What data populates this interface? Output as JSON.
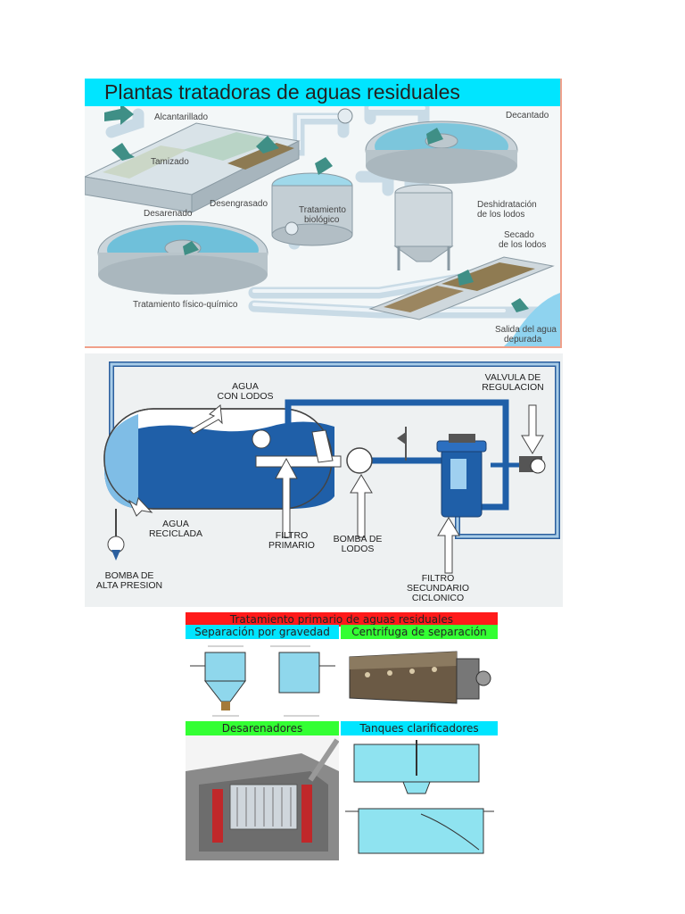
{
  "panel1": {
    "title": "Plantas tratadoras de aguas residuales",
    "labels": {
      "alcantarillado": "Alcantarillado",
      "tamizado": "Tamizado",
      "desarenado": "Desarenado",
      "desengrasado": "Desengrasado",
      "tratamiento_biologico_1": "Tratamiento",
      "tratamiento_biologico_2": "biológico",
      "decantado": "Decantado",
      "deshidratacion_1": "Deshidratación",
      "deshidratacion_2": "de los lodos",
      "secado_1": "Secado",
      "secado_2": "de los lodos",
      "fisico_quimico": "Tratamiento físico-químico",
      "salida_1": "Salida del agua",
      "salida_2": "depurada"
    }
  },
  "panel2": {
    "labels": {
      "agua_lodos_1": "AGUA",
      "agua_lodos_2": "CON LODOS",
      "valvula_1": "VALVULA DE",
      "valvula_2": "REGULACION",
      "agua_reciclada_1": "AGUA",
      "agua_reciclada_2": "RECICLADA",
      "filtro_primario_1": "FILTRO",
      "filtro_primario_2": "PRIMARIO",
      "bomba_lodos_1": "BOMBA DE",
      "bomba_lodos_2": "LODOS",
      "bomba_alta_1": "BOMBA DE",
      "bomba_alta_2": "ALTA PRESION",
      "filtro_sec_1": "FILTRO",
      "filtro_sec_2": "SECUNDARIO",
      "filtro_sec_3": "CICLONICO"
    }
  },
  "panel3": {
    "main_title": "Tratamiento primario de aguas residuales",
    "separacion": "Separación por gravedad",
    "centrifuga": "Centrifuga de separación",
    "desarenadores": "Desarenadores",
    "tanques": "Tanques clarificadores"
  },
  "colors": {
    "cyan": "#00e5ff",
    "red": "#ff1a1a",
    "green": "#33ff33",
    "water_blue": "#1f5fa8",
    "pipe_blue": "#a8cde8"
  }
}
